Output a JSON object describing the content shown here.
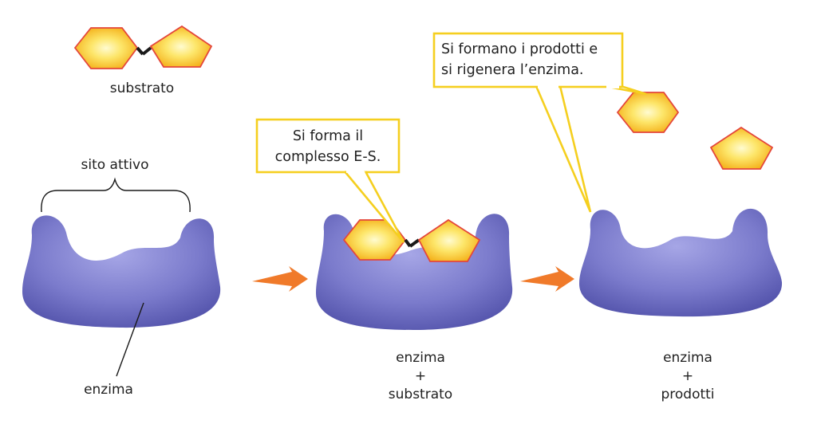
{
  "labels": {
    "substrate": "substrato",
    "active_site": "sito attivo",
    "enzyme": "enzima"
  },
  "callouts": {
    "es_complex": [
      "Si forma il",
      "complesso E-S."
    ],
    "products": [
      "Si formano i prodotti e",
      "si rigenera l’enzima."
    ]
  },
  "captions": {
    "middle": [
      "enzima",
      "+",
      "substrato"
    ],
    "right": [
      "enzima",
      "+",
      "prodotti"
    ]
  },
  "colors": {
    "enzyme_light": "#9a9ae0",
    "enzyme_mid": "#7272c8",
    "enzyme_dark": "#4d4da6",
    "substrate_center": "#fffbd0",
    "substrate_edge": "#f4b21c",
    "substrate_outline": "#e4463b",
    "callout_border": "#f5cf1f",
    "arrow": "#f07a2a"
  }
}
